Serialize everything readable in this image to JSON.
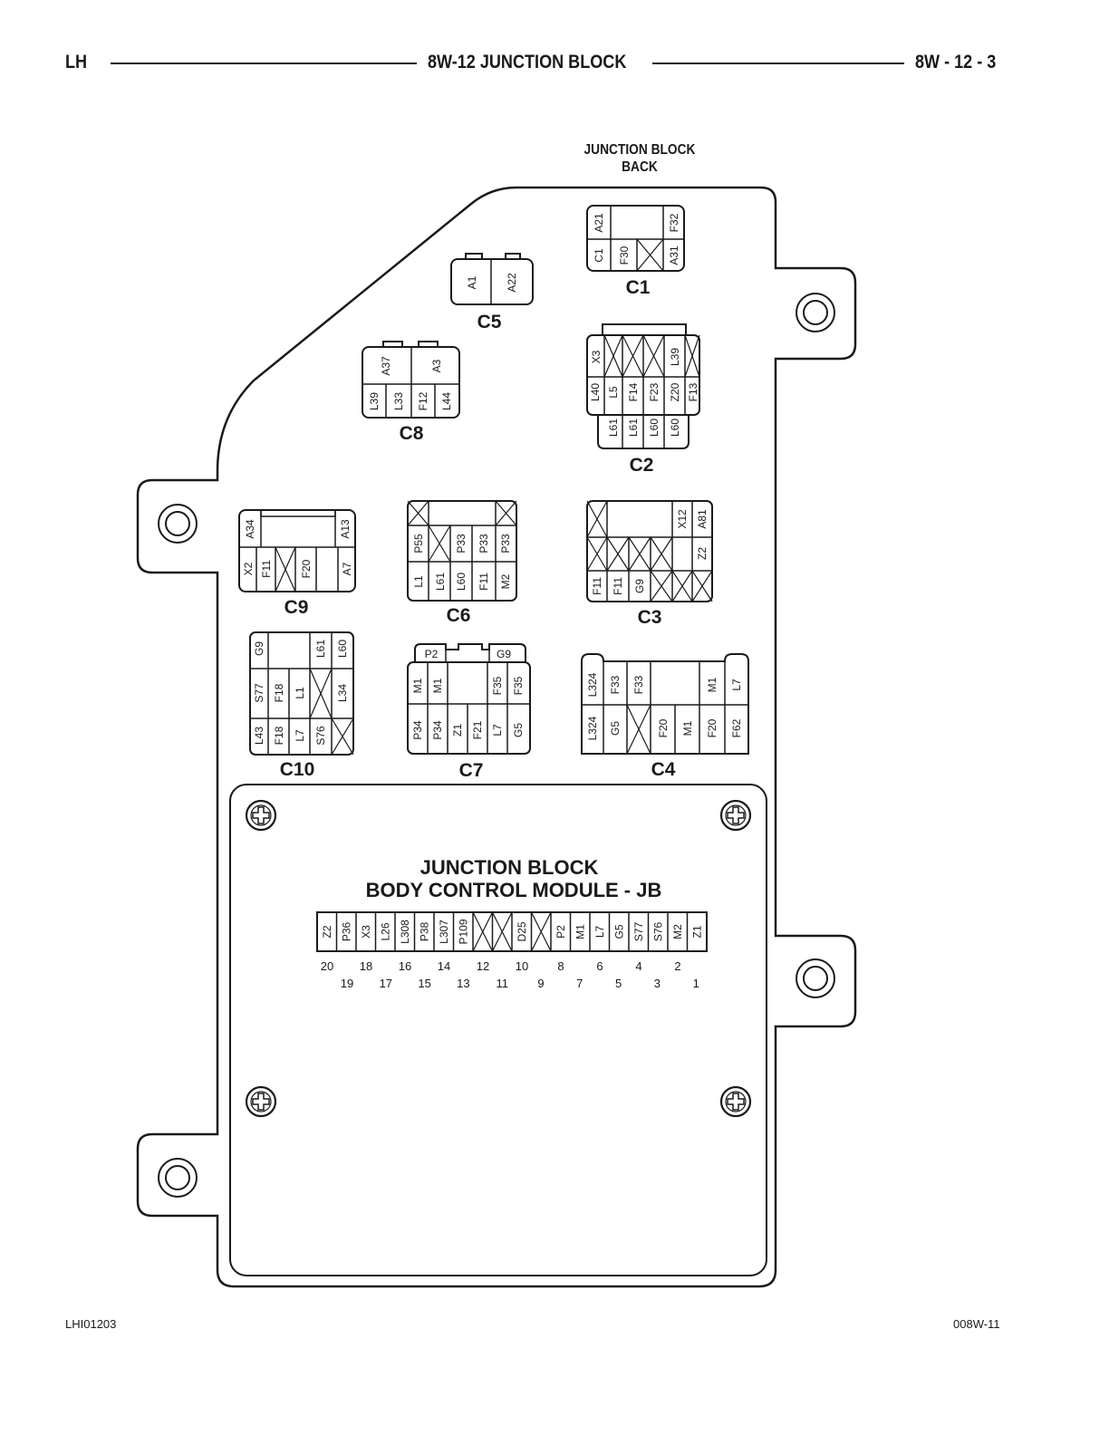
{
  "header": {
    "left": "LH",
    "center": "8W-12 JUNCTION BLOCK",
    "right": "8W - 12 - 3"
  },
  "footer": {
    "left": "LHI01203",
    "right": "008W-11"
  },
  "back_label": [
    "JUNCTION BLOCK",
    "BACK"
  ],
  "module_title": [
    "JUNCTION BLOCK",
    "BODY CONTROL MODULE - JB"
  ],
  "connectors": {
    "C1": {
      "label": "C1",
      "pins": [
        "A21",
        "F32",
        "C1",
        "F30",
        "A31"
      ]
    },
    "C5": {
      "label": "C5",
      "pins": [
        "A1",
        "A22"
      ]
    },
    "C8": {
      "label": "C8",
      "pins": [
        "A37",
        "A3",
        "L39",
        "L33",
        "F12",
        "L44"
      ]
    },
    "C2": {
      "label": "C2",
      "pins": [
        "X3",
        "L39",
        "L40",
        "L5",
        "F14",
        "F23",
        "Z20",
        "F13",
        "L61",
        "L61",
        "L60",
        "L60"
      ]
    },
    "C9": {
      "label": "C9",
      "pins": [
        "A34",
        "A13",
        "X2",
        "F11",
        "F20",
        "A7"
      ]
    },
    "C6": {
      "label": "C6",
      "pins": [
        "P55",
        "P33",
        "P33",
        "P33",
        "L1",
        "L61",
        "L60",
        "F11",
        "M2"
      ]
    },
    "C3": {
      "label": "C3",
      "pins": [
        "X12",
        "A81",
        "Z2",
        "F11",
        "F11",
        "G9"
      ]
    },
    "C10": {
      "label": "C10",
      "pins": [
        "G9",
        "L61",
        "L60",
        "S77",
        "F18",
        "L1",
        "L34",
        "L43",
        "F18",
        "L7",
        "S76"
      ]
    },
    "C7": {
      "label": "C7",
      "pins": [
        "P2",
        "G9",
        "M1",
        "M1",
        "F35",
        "F35",
        "P34",
        "P34",
        "Z1",
        "F21",
        "L7",
        "G5"
      ]
    },
    "C4": {
      "label": "C4",
      "pins": [
        "L324",
        "F33",
        "F33",
        "M1",
        "L7",
        "L324",
        "G5",
        "F20",
        "M1",
        "F20",
        "F62"
      ]
    }
  },
  "bcm_connector": {
    "pins": [
      "Z2",
      "P36",
      "X3",
      "L26",
      "L308",
      "P38",
      "L307",
      "P109",
      "",
      "",
      "D25",
      "",
      "P2",
      "M1",
      "L7",
      "G5",
      "S77",
      "S76",
      "M2",
      "Z1"
    ],
    "numbers_top": [
      "20",
      "18",
      "16",
      "14",
      "12",
      "10",
      "8",
      "6",
      "4",
      "2"
    ],
    "numbers_bottom": [
      "19",
      "17",
      "15",
      "13",
      "11",
      "9",
      "7",
      "5",
      "3",
      "1"
    ]
  }
}
